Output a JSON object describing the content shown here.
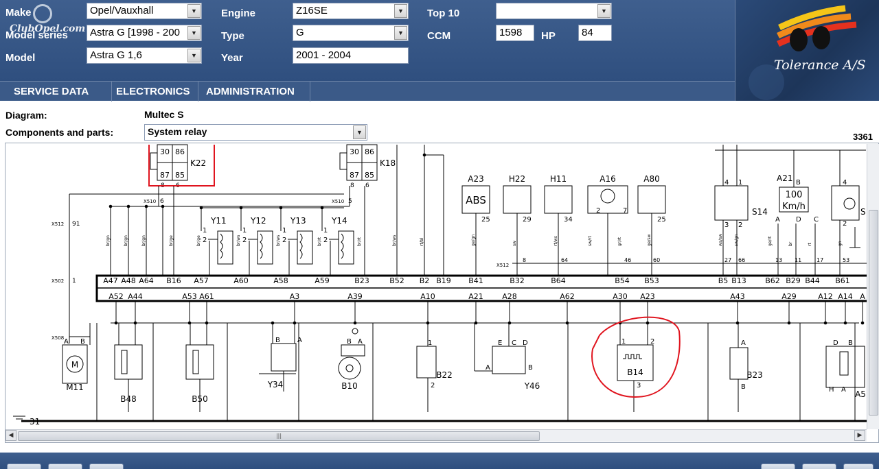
{
  "header": {
    "make_label": "Make",
    "model_series_label": "Model series",
    "model_label": "Model",
    "engine_label": "Engine",
    "type_label": "Type",
    "year_label": "Year",
    "top10_label": "Top 10",
    "ccm_label": "CCM",
    "hp_label": "HP",
    "make_value": "Opel/Vauxhall",
    "model_series_value": "Astra G [1998 - 200",
    "model_value": "Astra G 1,6",
    "engine_value": "Z16SE",
    "type_value": "G",
    "year_value": "2001 - 2004",
    "top10_value": "",
    "ccm_value": "1598",
    "hp_value": "84",
    "club_logo": "ClubOpel.com",
    "brand": "Tolerance A/S"
  },
  "menu": [
    "SERVICE DATA",
    "ELECTRONICS",
    "ADMINISTRATION"
  ],
  "info": {
    "diagram_label": "Diagram:",
    "diagram_value": "Multec S",
    "components_label": "Components and parts:",
    "components_value": "System relay",
    "diagram_number": "3361"
  },
  "diagram": {
    "relays": [
      {
        "name": "K22",
        "pins": [
          "30",
          "86",
          "87",
          "85"
        ],
        "under": [
          "8",
          "6"
        ]
      },
      {
        "name": "K18",
        "pins": [
          "30",
          "86",
          "87",
          "85"
        ],
        "under": [
          "8",
          "6"
        ]
      }
    ],
    "connector_labels": [
      "X510",
      "X510",
      "X512",
      "X502",
      "X508",
      "X512"
    ],
    "connector_pins": [
      "6",
      "5",
      "91",
      "1"
    ],
    "injectors": [
      "Y11",
      "Y12",
      "Y13",
      "Y14"
    ],
    "top_components": [
      {
        "name": "A23",
        "label": "ABS",
        "pin": "25"
      },
      {
        "name": "H22",
        "pin": "29"
      },
      {
        "name": "H11",
        "pin": "34"
      },
      {
        "name": "A16",
        "pins": [
          "2",
          "7"
        ]
      },
      {
        "name": "A80",
        "pin": "25"
      },
      {
        "name": "S14",
        "pins": [
          "4",
          "1",
          "3",
          "2"
        ]
      },
      {
        "name": "A21",
        "label": "100 Km/h",
        "pins": [
          "B",
          "A",
          "D",
          "C"
        ]
      },
      {
        "name": "S",
        "pins": [
          "4",
          "2"
        ]
      }
    ],
    "upper_strip_pins": [
      "A47",
      "A48",
      "A64",
      "B16",
      "A57",
      "A60",
      "A58",
      "A59",
      "B23",
      "B52",
      "B2",
      "B19",
      "B41",
      "B32",
      "B64",
      "B54",
      "B53",
      "B5",
      "B13",
      "B62",
      "B29",
      "B44",
      "B61"
    ],
    "lower_strip_pins": [
      "A52",
      "A44",
      "A53",
      "A61",
      "A3",
      "A39",
      "A10",
      "A21",
      "A28",
      "A62",
      "A30",
      "A23",
      "A43",
      "A29",
      "A12",
      "A14",
      "A"
    ],
    "x512_pins": [
      "8",
      "64",
      "46",
      "60",
      "27",
      "66",
      "13",
      "11",
      "17",
      "53"
    ],
    "bottom_components": [
      "M11",
      "B48",
      "B50",
      "Y34",
      "B10",
      "B22",
      "Y46",
      "B14",
      "B23",
      "A5"
    ],
    "b14_pins": [
      "1",
      "2",
      "3"
    ],
    "ground_label": "31",
    "wire_colors": [
      "br/gn",
      "br/gn",
      "br/gn",
      "br/ge",
      "br/ge",
      "br/ws",
      "br/ws",
      "br/rt",
      "br/rt",
      "br/ws",
      "rt/bl",
      "ge/gn",
      "sw",
      "rt/ws",
      "sw/rt",
      "gr/rt",
      "ge/sw",
      "ws/sw",
      "sw/gn",
      "ge/rt",
      "br",
      "rt",
      "gn"
    ]
  },
  "colors": {
    "header_bg": "#3b5a88",
    "highlight_red": "#e0141e"
  }
}
